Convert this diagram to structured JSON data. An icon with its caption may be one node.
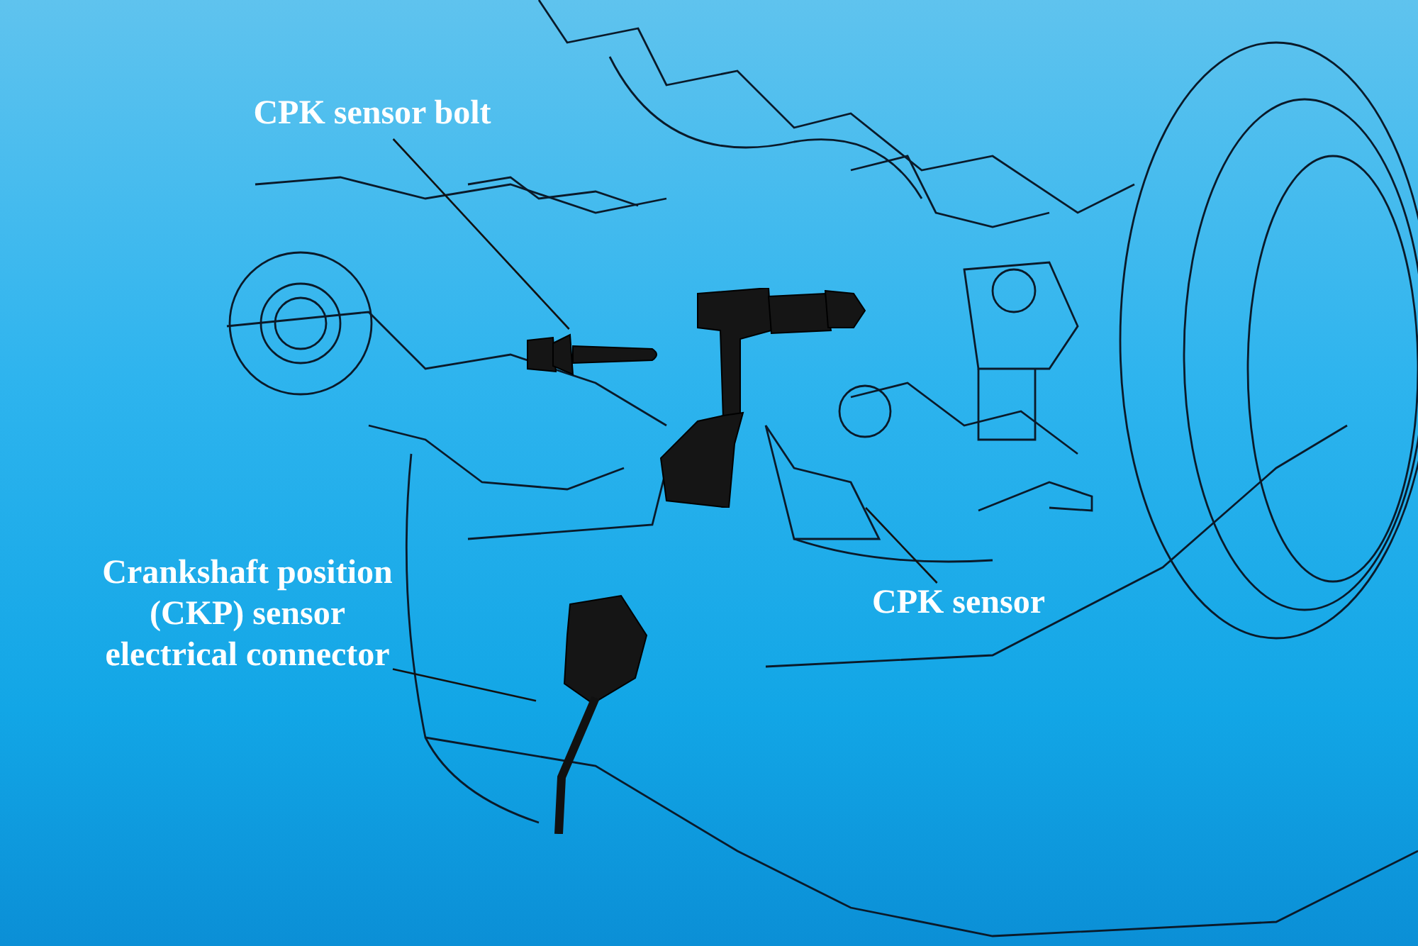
{
  "diagram": {
    "nodes": [
      {
        "text": [
          "CPK sensor bolt"
        ]
      },
      {
        "text": [],
        "shape": "picture"
      },
      {
        "text": [
          "Crankshaft position (CKP) sensor electrical connector"
        ]
      },
      {
        "text": [],
        "shape": "picture"
      },
      {
        "text": [
          "CPK sensor"
        ]
      },
      {
        "text": [],
        "shape": "picture"
      }
    ],
    "edges": [
      {
        "from": 0,
        "to": 1,
        "arrow": "none"
      },
      {
        "from": 2,
        "to": 3,
        "arrow": "none"
      },
      {
        "from": 4,
        "to": 5,
        "arrow": "none"
      }
    ]
  }
}
